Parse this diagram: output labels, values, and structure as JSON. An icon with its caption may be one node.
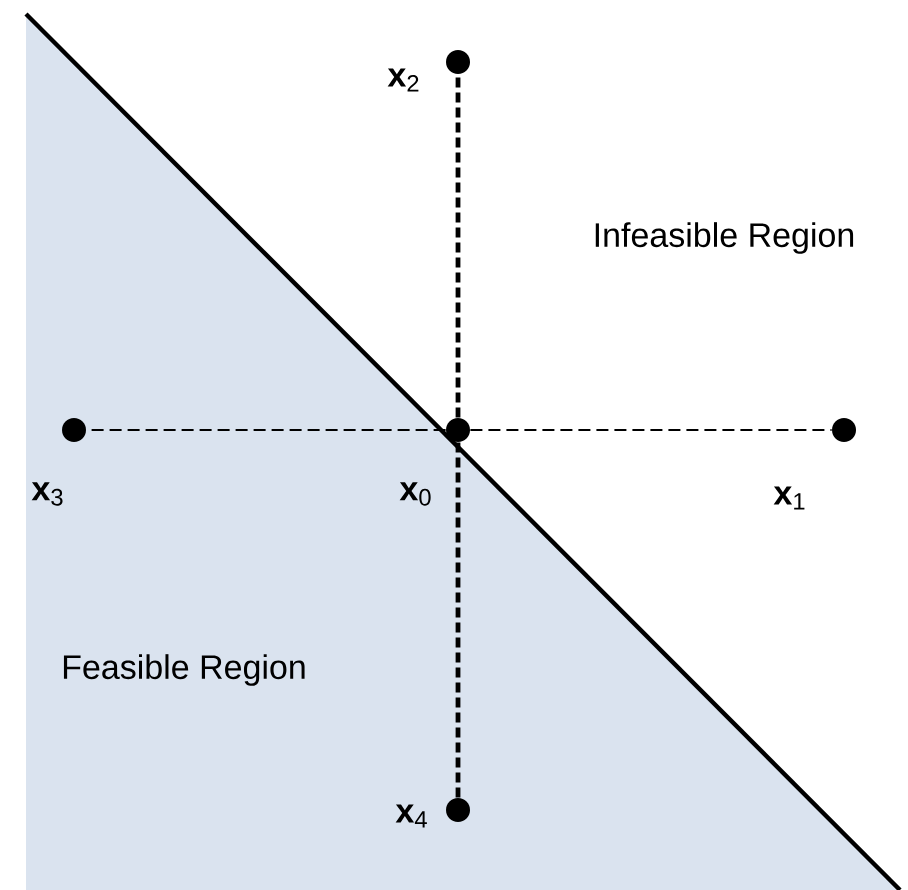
{
  "diagram": {
    "nodes": [
      {
        "text": [],
        "shape": "circle",
        "beside": [
          "**x**$_{0}$"
        ]
      },
      {
        "text": [],
        "shape": "circle",
        "beside": [
          "**x**$_{1}$"
        ]
      },
      {
        "text": [],
        "shape": "circle",
        "beside": [
          "**x**$_{2}$"
        ]
      },
      {
        "text": [],
        "shape": "circle",
        "beside": [
          "**x**$_{3}$"
        ]
      },
      {
        "text": [],
        "shape": "circle",
        "beside": [
          "**x**$_{4}$"
        ]
      }
    ],
    "edges": [
      {
        "from": 0,
        "to": 1,
        "arrow": "none",
        "style": "dashed"
      },
      {
        "from": 0,
        "to": 2,
        "arrow": "none",
        "style": "dashed"
      },
      {
        "from": 0,
        "to": 3,
        "arrow": "none",
        "style": "dashed"
      },
      {
        "from": 0,
        "to": 4,
        "arrow": "none",
        "style": "dashed"
      }
    ],
    "labels": [
      "Infeasible Region",
      "Feasible Region"
    ]
  }
}
